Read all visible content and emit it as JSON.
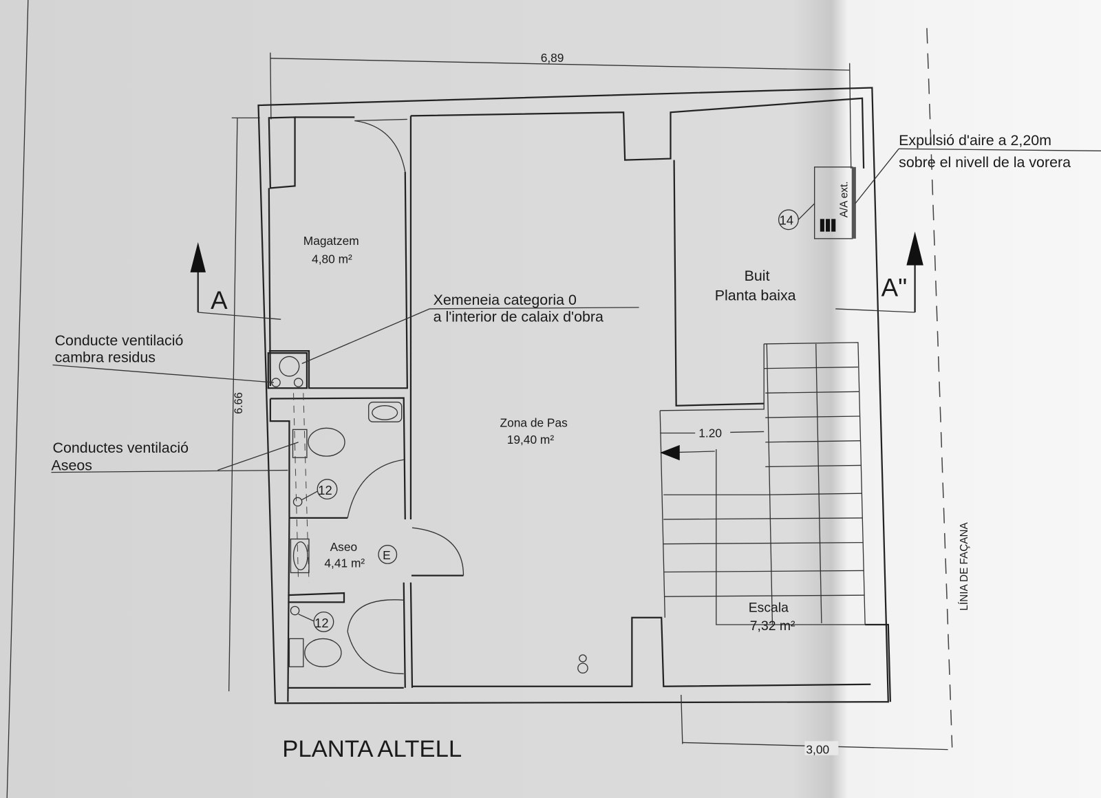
{
  "drawing": {
    "title": "PLANTA ALTELL",
    "dimensions": {
      "width_top": "6,89",
      "height_left": "6.66",
      "stair_width": "1.20",
      "facade_offset": "3,00"
    },
    "rooms": [
      {
        "name": "Magatzem",
        "area": "4,80 m²"
      },
      {
        "name": "Zona de Pas",
        "area": "19,40 m²"
      },
      {
        "name": "Aseo",
        "area": "4,41 m²"
      },
      {
        "name": "Escala",
        "area": "7,32 m²"
      },
      {
        "name": "Buit",
        "area": "Planta baixa"
      }
    ],
    "annotations": {
      "chimney_line1": "Xemeneia categoria 0",
      "chimney_line2": "a l'interior de calaix d'obra",
      "waste_vent_line1": "Conducte ventilació",
      "waste_vent_line2": "cambra residus",
      "toilet_vent_line1": "Conductes ventilació",
      "toilet_vent_line2": "Aseos",
      "air_exhaust_line1": "Expulsió d'aire a 2,20m",
      "air_exhaust_line2": "sobre el nivell de la vorera",
      "ac_unit": "A/A ext.",
      "facade_line": "LÍNIA DE FAÇANA"
    },
    "section_marks": {
      "left": "A",
      "right": "A\""
    },
    "markers": {
      "ac": "14",
      "vent1": "12",
      "vent2": "12",
      "emergency": "E"
    }
  }
}
